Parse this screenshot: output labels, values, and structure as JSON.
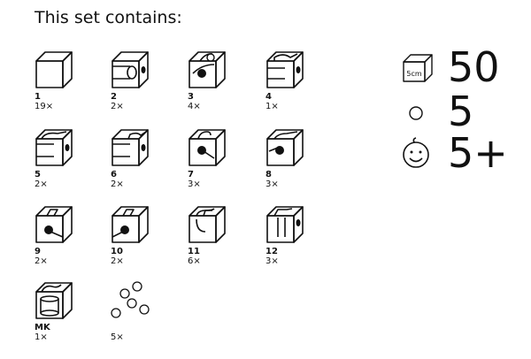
{
  "header": {
    "title": "This set contains:"
  },
  "pieces": [
    {
      "number": "1",
      "quantity": "19×",
      "icon": "cube-plain-icon"
    },
    {
      "number": "2",
      "quantity": "2×",
      "icon": "cube-straight-tunnel-icon"
    },
    {
      "number": "3",
      "quantity": "4×",
      "icon": "cube-drop-hole-icon"
    },
    {
      "number": "4",
      "quantity": "1×",
      "icon": "cube-curve-top-icon"
    },
    {
      "number": "5",
      "quantity": "2×",
      "icon": "cube-tunnel-groove-left-icon"
    },
    {
      "number": "6",
      "quantity": "2×",
      "icon": "cube-tunnel-groove-right-icon"
    },
    {
      "number": "7",
      "quantity": "3×",
      "icon": "cube-hole-curve-left-icon"
    },
    {
      "number": "8",
      "quantity": "3×",
      "icon": "cube-hole-curve-right-icon"
    },
    {
      "number": "9",
      "quantity": "2×",
      "icon": "cube-groove-ramp-left-icon"
    },
    {
      "number": "10",
      "quantity": "2×",
      "icon": "cube-groove-ramp-right-icon"
    },
    {
      "number": "11",
      "quantity": "6×",
      "icon": "cube-cross-groove-icon"
    },
    {
      "number": "12",
      "quantity": "3×",
      "icon": "cube-vertical-drop-icon"
    },
    {
      "number": "MK",
      "quantity": "1×",
      "icon": "cube-marble-catcher-icon"
    },
    {
      "number": "",
      "quantity": "5×",
      "icon": "marbles-icon"
    }
  ],
  "stats": {
    "cubes": {
      "icon_label": "5cm",
      "value": "50",
      "icon": "cube-size-icon"
    },
    "marbles": {
      "value": "5",
      "icon": "marble-icon"
    },
    "age": {
      "value": "5+",
      "icon": "smiley-face-icon"
    }
  }
}
